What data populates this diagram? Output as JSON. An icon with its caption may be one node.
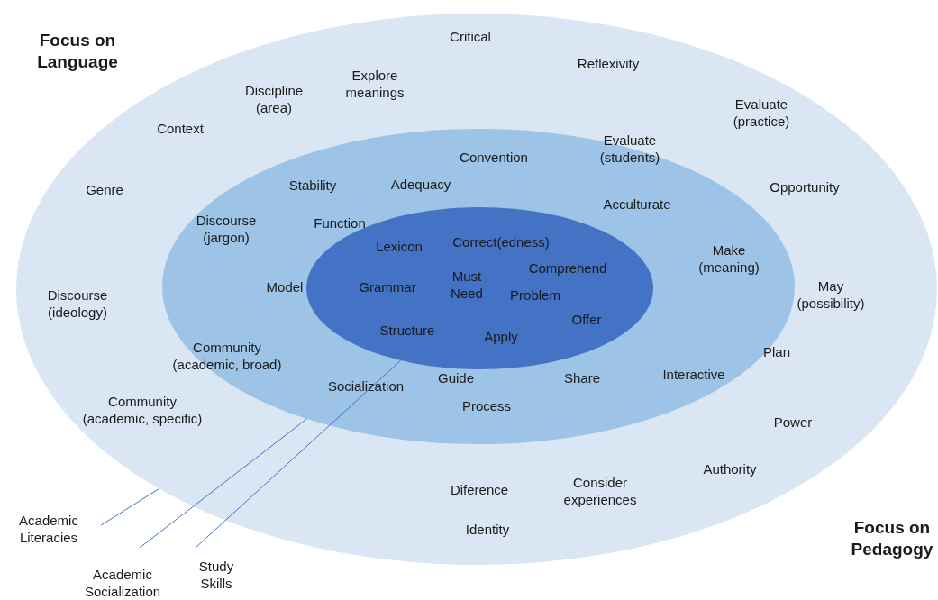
{
  "diagram": {
    "nodes": [
      {
        "text": [
          "Critical",
          "Reflexivity",
          "Explore meanings",
          "Discipline (area)",
          "Evaluate (practice)",
          "Context",
          "Genre",
          "Opportunity",
          "Discourse (ideology)",
          "May (possibility)",
          "Plan",
          "Community (academic, specific)",
          "Power",
          "Authority",
          "Diference",
          "Consider experiences",
          "Identity"
        ]
      },
      {
        "text": [
          "Convention",
          "Evaluate (students)",
          "Adequacy",
          "Stability",
          "Acculturate",
          "Function",
          "Discourse (jargon)",
          "Make (meaning)",
          "Model",
          "Community (academic, broad)",
          "Guide",
          "Interactive",
          "Share",
          "Socialization",
          "Process"
        ],
        "in": 0
      },
      {
        "text": [
          "Lexicon",
          "Correct(edness)",
          "Comprehend",
          "Grammar",
          "Must Need",
          "Problem",
          "Offer",
          "Apply",
          "Structure"
        ],
        "in": 1
      },
      {
        "text": [
          "Academic Literacies"
        ]
      },
      {
        "text": [
          "Study Skills"
        ]
      },
      {
        "text": [
          "Academic Socialization"
        ]
      }
    ],
    "edges": [
      {
        "from": 3,
        "to": 0,
        "arrow": "none"
      },
      {
        "from": 4,
        "to": 2,
        "arrow": "none"
      },
      {
        "from": 5,
        "to": 1,
        "arrow": "none"
      }
    ],
    "labels": [
      "Focus on Language",
      "Focus on Pedagogy"
    ]
  }
}
